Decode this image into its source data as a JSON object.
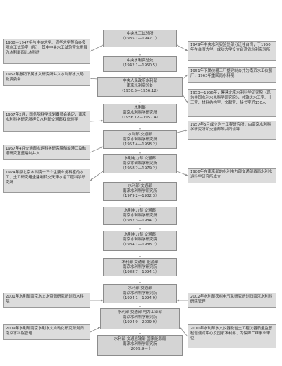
{
  "main_nodes": [
    {
      "id": "m1",
      "lines": [
        "中央水工试验所",
        "（1935.1—1942.1）"
      ]
    },
    {
      "id": "m2",
      "lines": [
        "中央水利实验处",
        "（1942.1—1950.5）"
      ]
    },
    {
      "id": "m3",
      "lines": [
        "中央人民政府水利部",
        "南京水利实验处",
        "（1950.5—1956.12）"
      ]
    },
    {
      "id": "m4",
      "lines": [
        "水利部",
        "南京水利科学研究所",
        "（1956.12—1957.4）"
      ]
    },
    {
      "id": "m5",
      "lines": [
        "水利部 交通部",
        "南京水利科学研究所",
        "（1957.4—1958.2）"
      ]
    },
    {
      "id": "m6",
      "lines": [
        "水利电力部 交通部",
        "南京水利科学研究所",
        "（1958.2—1979.2）"
      ]
    },
    {
      "id": "m7",
      "lines": [
        "水利部 交通部",
        "南京水利科学研究所",
        "（1979.2—1982.3）"
      ]
    },
    {
      "id": "m8",
      "lines": [
        "水利电力部 交通部",
        "南京水利科学研究所",
        "（1982.3—1984.1）"
      ]
    },
    {
      "id": "m9",
      "lines": [
        "水利电力部 交通部",
        "南京水利科学研究院",
        "（1984.1—1988.7）"
      ]
    },
    {
      "id": "m10",
      "lines": [
        "水利部 交通部 能源部",
        "南京水利科学研究院",
        "（1988.7—1994.1）"
      ]
    },
    {
      "id": "m11",
      "lines": [
        "水利部 交通部",
        "南京水利科学研究院",
        "（1994.1—1994.9）"
      ]
    },
    {
      "id": "m12",
      "lines": [
        "水利部 交通部 电力工业部",
        "南京水利科学研究院",
        "（1994.9—2009.9）"
      ]
    },
    {
      "id": "m13",
      "lines": [
        "水利部 交通运输部 国家能源局",
        "南京水利科学研究院",
        "（2009.9— ）"
      ]
    }
  ],
  "left_nodes": [
    {
      "id": "l1",
      "lines": [
        "1938—1947年与中央大学、清华大学等合办多项水工试验室（所），其中中央水工试验室先发展为水利部西北水科所"
      ]
    },
    {
      "id": "l2",
      "lines": [
        "1952年撤销下属水文研究所并入水利部水文局及黄委会"
      ]
    },
    {
      "id": "l3",
      "lines": [
        "1957年2月，国务院科学规划委员会确定，南京水利科学研究所担负水利部交通部双重领导"
      ]
    },
    {
      "id": "l4",
      "lines": [
        "1957年4月交通部水运科学研究院船舶港口及航道研究室整建制并入"
      ]
    },
    {
      "id": "l5",
      "lines": [
        "1974年原北京水科院十三个主要业务科室的水工、土工研究组全建制转交天津水运工程科学研究所"
      ]
    },
    {
      "id": "l6",
      "lines": [
        "2001年水利部南京水文水资源研究所划归水科院"
      ]
    },
    {
      "id": "l7",
      "lines": [
        "2009年水利部南京水利水文自动化研究所划归南京水科院管理"
      ]
    }
  ],
  "right_nodes": [
    {
      "id": "r1",
      "lines": [
        "1949年中央水利实验处部分迁往台湾，于1950年在台湾大学、成功大学设立台湾省水利实验所"
      ]
    },
    {
      "id": "r2",
      "lines": [
        "1951年下属仪器工厂整建制合并为南京水工仪器厂，1963年重回南水科院"
      ]
    },
    {
      "id": "r3",
      "lines": [
        "1953—1956年，筹建北京水利科学研究院（现为中国水利水电科学研究院），共输送水工室、土工室、材料结构室、文献室、秘书室近150人"
      ]
    },
    {
      "id": "r4",
      "lines": [
        "1957年5月成立岩土工程研究所，由南京水利科学研究所和交通部等共同领导"
      ]
    },
    {
      "id": "r5",
      "lines": [
        "1986年在南京部的水利电力部交通部西南水利水运科学研究所成立"
      ]
    },
    {
      "id": "r6",
      "lines": [
        "2002年水利部农村电气化研究所划归南京水利科研院管理"
      ]
    },
    {
      "id": "r7",
      "lines": [
        "2010年水利部水文仪器及岩土工程仪器质量监督检验测试中心及国家水利部、为保障二维事业单位"
      ]
    }
  ]
}
